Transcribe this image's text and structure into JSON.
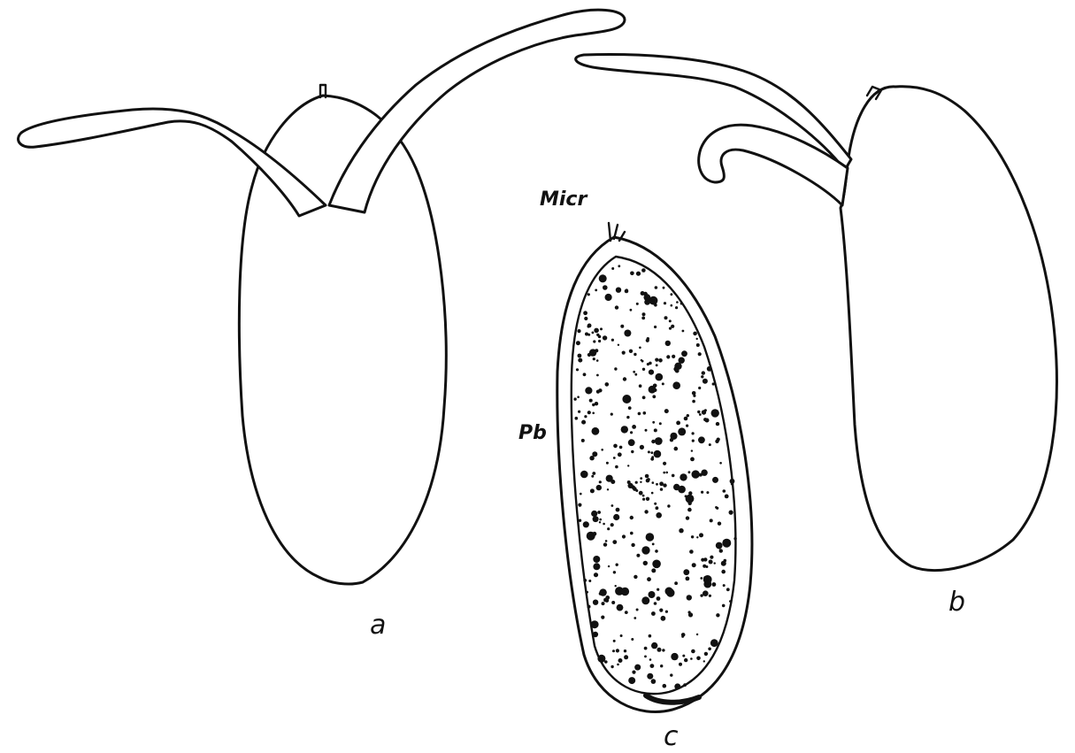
{
  "labels": {
    "a": "a",
    "b": "b",
    "c": "c",
    "micr": "Micr",
    "pb": "Pb"
  },
  "colors": {
    "ink": "#111111",
    "paper": "#ffffff"
  }
}
